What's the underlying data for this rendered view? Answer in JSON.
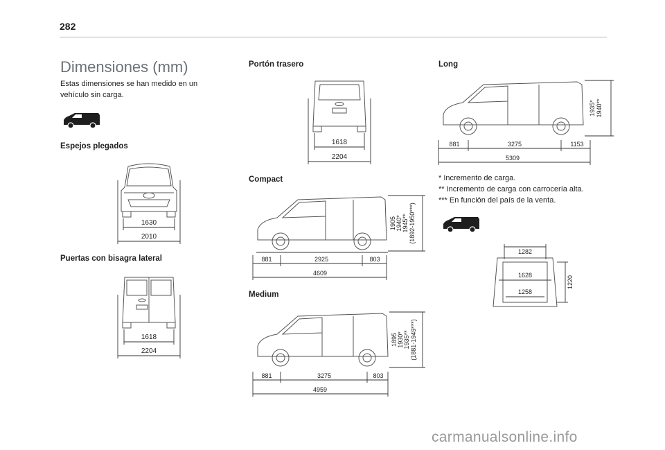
{
  "page_number": "282",
  "title": "Dimensiones (mm)",
  "intro": "Estas dimensiones se han medido en un vehículo sin carga.",
  "sections": {
    "espejos": {
      "heading": "Espejos plegados",
      "dims": [
        "1630",
        "2010"
      ]
    },
    "puertas": {
      "heading": "Puertas con bisagra lateral",
      "dims": [
        "1618",
        "2204"
      ]
    },
    "porton": {
      "heading": "Portón trasero",
      "dims": [
        "1618",
        "2204"
      ]
    },
    "compact": {
      "heading": "Compact",
      "dims": [
        "881",
        "2925",
        "803",
        "4609"
      ],
      "heights": [
        "1905",
        "1940*",
        "1945**",
        "(1892-1950***)"
      ]
    },
    "medium": {
      "heading": "Medium",
      "dims": [
        "881",
        "3275",
        "803",
        "4959"
      ],
      "heights": [
        "1895",
        "1930*",
        "1935**",
        "(1881-1949***)"
      ]
    },
    "long": {
      "heading": "Long",
      "dims": [
        "881",
        "3275",
        "1153",
        "5309"
      ],
      "heights": [
        "1935*",
        "1940**"
      ]
    },
    "cargo": {
      "dims": [
        "1282",
        "1628",
        "1258",
        "1220"
      ]
    }
  },
  "notes": [
    "* Incremento de carga.",
    "** Incremento de carga con carrocería alta.",
    "*** En función del país de la venta."
  ],
  "watermark": "carmanualsonline.info"
}
